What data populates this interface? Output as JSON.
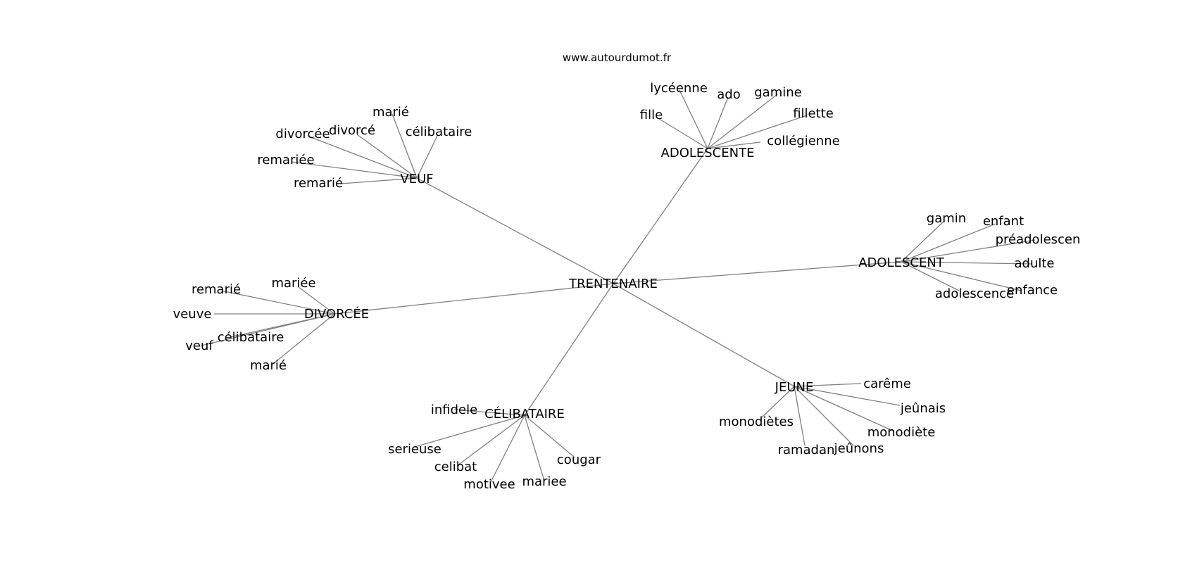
{
  "watermark": "www.autourdumot.fr",
  "center": "TRENTENAIRE",
  "groups": [
    {
      "hub": "VEUF",
      "leaves": [
        "marié",
        "divorcé",
        "célibataire",
        "divorcée",
        "remariée",
        "remarié"
      ]
    },
    {
      "hub": "ADOLESCENTE",
      "leaves": [
        "lycéenne",
        "ado",
        "gamine",
        "fille",
        "fillette",
        "collégienne"
      ]
    },
    {
      "hub": "ADOLESCENT",
      "leaves": [
        "gamin",
        "enfant",
        "préadolescen",
        "adulte",
        "adolescence",
        "enfance"
      ]
    },
    {
      "hub": "DIVORCÉE",
      "leaves": [
        "mariée",
        "remarié",
        "veuve",
        "célibataire",
        "veuf",
        "marié"
      ]
    },
    {
      "hub": "CÉLIBATAIRE",
      "leaves": [
        "infidele",
        "serieuse",
        "celibat",
        "cougar",
        "motivee",
        "mariee"
      ]
    },
    {
      "hub": "JEUNE",
      "leaves": [
        "carême",
        "jeûnais",
        "monodiètes",
        "monodiète",
        "jeûnons",
        "ramadan"
      ]
    }
  ]
}
